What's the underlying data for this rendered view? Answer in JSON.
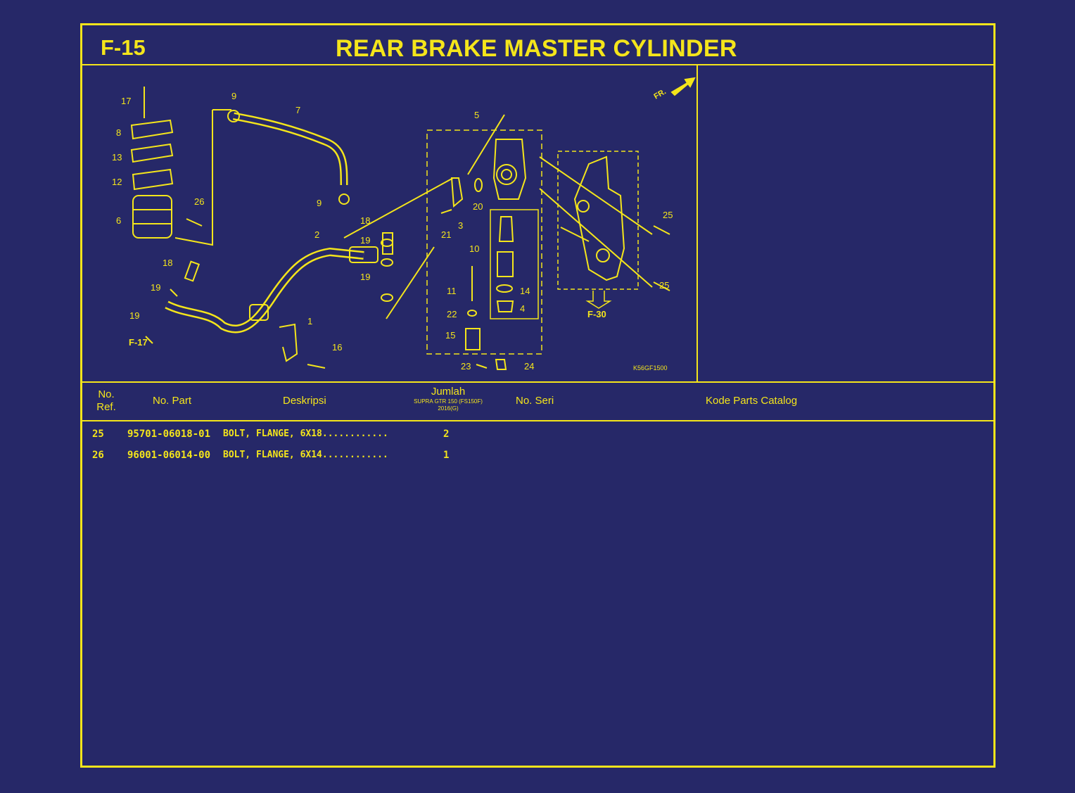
{
  "header": {
    "code": "F-15",
    "title": "REAR BRAKE MASTER CYLINDER"
  },
  "diagram": {
    "callouts": [
      "17",
      "8",
      "13",
      "12",
      "6",
      "26",
      "9",
      "7",
      "9",
      "2",
      "18",
      "19",
      "19",
      "18",
      "19",
      "19",
      "1",
      "16",
      "5",
      "20",
      "3",
      "21",
      "10",
      "11",
      "22",
      "15",
      "23",
      "24",
      "14",
      "4",
      "25",
      "25"
    ],
    "refs": {
      "f17": "F-17",
      "f30": "F-30",
      "fr": "FR.",
      "drawing_code": "K56GF1500"
    }
  },
  "table": {
    "headers": {
      "no_ref": "No.\nRef.",
      "no_part": "No. Part",
      "deskripsi": "Deskripsi",
      "jumlah": "Jumlah",
      "jumlah_sub1": "SUPRA GTR 150 (FS150F)",
      "jumlah_sub2": "2016(G)",
      "no_seri": "No. Seri",
      "kode": "Kode Parts Catalog"
    },
    "rows": [
      {
        "ref": "25",
        "part": "95701-06018-01",
        "desc": "BOLT, FLANGE, 6X18............",
        "qty": "2"
      },
      {
        "ref": "26",
        "part": "96001-06014-00",
        "desc": "BOLT, FLANGE, 6X14............",
        "qty": "1"
      }
    ]
  },
  "colors": {
    "background": "#262868",
    "line": "#f4e51b"
  }
}
